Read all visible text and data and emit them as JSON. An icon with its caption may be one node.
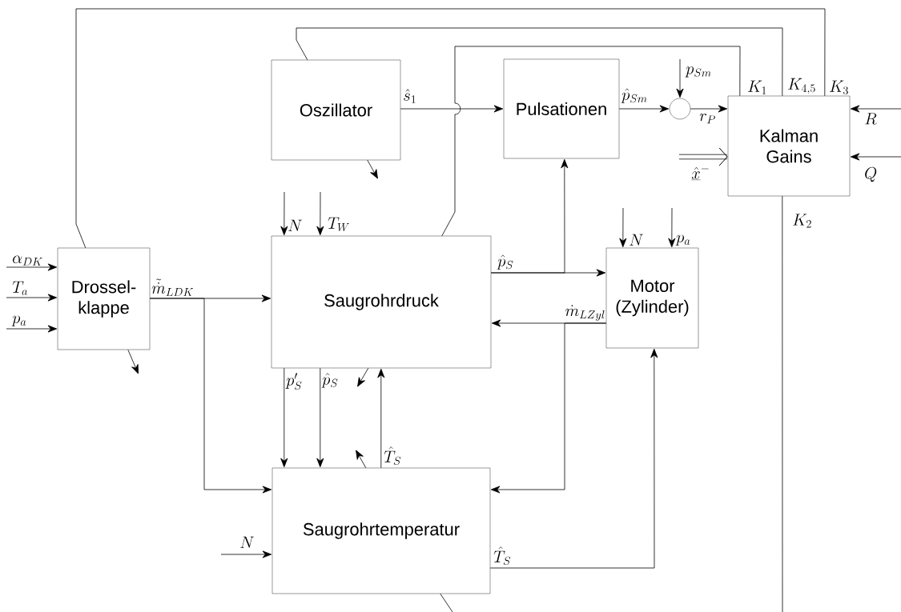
{
  "diagram": {
    "nodes": [
      {
        "text": [
          "Drossel- klappe"
        ]
      },
      {
        "text": [
          "Oszillator"
        ]
      },
      {
        "text": [
          "Pulsationen"
        ]
      },
      {
        "text": [],
        "shape": "circle"
      },
      {
        "text": [
          "Kalman Gains"
        ]
      },
      {
        "text": [
          "Saugrohrdruck"
        ]
      },
      {
        "text": [
          "Motor (Zylinder)"
        ]
      },
      {
        "text": [
          "Saugrohrtemperatur"
        ]
      }
    ],
    "edges": [
      {
        "from": null,
        "to": 0,
        "arrow": "to",
        "label": "\\alpha_{DK}"
      },
      {
        "from": null,
        "to": 0,
        "arrow": "to",
        "label": "T_{a}"
      },
      {
        "from": null,
        "to": 0,
        "arrow": "to",
        "label": "p_{a}"
      },
      {
        "from": 0,
        "to": 5,
        "arrow": "to",
        "label": "\\tilde{\\dot{m}}_{LDK}"
      },
      {
        "from": 0,
        "to": 7,
        "arrow": "to"
      },
      {
        "from": null,
        "to": 5,
        "arrow": "to",
        "label": "N"
      },
      {
        "from": null,
        "to": 5,
        "arrow": "to",
        "label": "T_{W}"
      },
      {
        "from": 4,
        "to": 5,
        "arrow": "none",
        "label": "K_{1}"
      },
      {
        "from": 4,
        "to": 1,
        "arrow": "none",
        "label": "K_{4,5}"
      },
      {
        "from": 4,
        "to": 0,
        "arrow": "none",
        "label": "K_{3}"
      },
      {
        "from": 4,
        "to": null,
        "arrow": "none",
        "label": "K_{2}"
      },
      {
        "from": null,
        "to": 7,
        "arrow": "none"
      },
      {
        "from": 1,
        "to": null,
        "arrow": "to"
      },
      {
        "from": 0,
        "to": null,
        "arrow": "to"
      },
      {
        "from": 5,
        "to": null,
        "arrow": "to"
      },
      {
        "from": 7,
        "to": null,
        "arrow": "to"
      },
      {
        "from": 1,
        "to": 2,
        "arrow": "to",
        "label": "\\hat{s}_{1}"
      },
      {
        "from": 2,
        "to": 3,
        "arrow": "to",
        "label": "\\hat{p}_{Sm}"
      },
      {
        "from": null,
        "to": 3,
        "arrow": "to",
        "label": "p_{Sm}"
      },
      {
        "from": 3,
        "to": 4,
        "arrow": "to",
        "label": "r_{P}"
      },
      {
        "from": null,
        "to": 4,
        "arrow": "to",
        "label": "\\underline{\\hat{x}}^{-}",
        "style": "thick"
      },
      {
        "from": null,
        "to": 4,
        "arrow": "to",
        "label": "R"
      },
      {
        "from": null,
        "to": 4,
        "arrow": "to",
        "label": "Q"
      },
      {
        "from": 5,
        "to": 6,
        "arrow": "to",
        "label": "\\hat{p}_{S}"
      },
      {
        "from": 5,
        "to": 2,
        "arrow": "to"
      },
      {
        "from": 6,
        "to": 5,
        "arrow": "to",
        "label": "\\dot{m}_{LZyl}"
      },
      {
        "from": 6,
        "to": 7,
        "arrow": "to"
      },
      {
        "from": null,
        "to": 6,
        "arrow": "to",
        "label": "N"
      },
      {
        "from": null,
        "to": 6,
        "arrow": "to",
        "label": "p_{a}"
      },
      {
        "from": 5,
        "to": 7,
        "arrow": "to",
        "label": "p'_{S}"
      },
      {
        "from": 5,
        "to": 7,
        "arrow": "to",
        "label": "\\hat{p}_{S}"
      },
      {
        "from": 7,
        "to": 5,
        "arrow": "to",
        "label": "\\hat{T}_{S}"
      },
      {
        "from": 7,
        "to": 6,
        "arrow": "to",
        "label": "\\hat{T}_{S}"
      },
      {
        "from": null,
        "to": 7,
        "arrow": "to",
        "label": "N"
      }
    ]
  }
}
